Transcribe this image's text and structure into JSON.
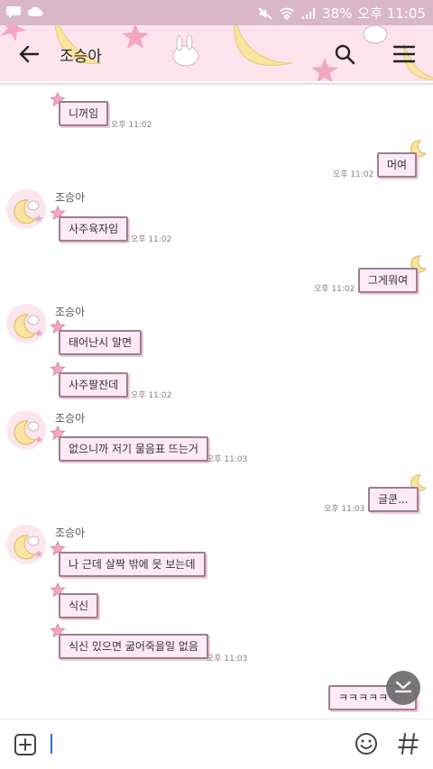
{
  "status_bar": {
    "battery": "38%",
    "time": "오후 11:05"
  },
  "header": {
    "title": "조승아"
  },
  "messages": [
    {
      "side": "in",
      "text": "니꺼임",
      "time": "오후 11:02"
    },
    {
      "side": "out",
      "text": "머여",
      "time": "오후 11:02"
    },
    {
      "side": "in",
      "sender": "조승아",
      "text": "사주육자임",
      "time": "오후 11:02"
    },
    {
      "side": "out",
      "text": "그게뭐여",
      "time": "오후 11:02"
    },
    {
      "side": "in",
      "sender": "조승아",
      "text": "태어난시 알면"
    },
    {
      "side": "in",
      "text": "사주팔잔데",
      "time": "오후 11:02"
    },
    {
      "side": "in",
      "sender": "조승아",
      "text": "없으니까 저기 물음표 뜨는거",
      "time": "오후 11:03"
    },
    {
      "side": "out",
      "text": "글쿤...",
      "time": "오후 11:03"
    },
    {
      "side": "in",
      "sender": "조승아",
      "text": "나 근데 살짝 밖에 못 보는데"
    },
    {
      "side": "in",
      "text": "식신"
    },
    {
      "side": "in",
      "text": "식신 있으면 굶어죽을일 없음",
      "time": "오후 11:03"
    },
    {
      "side": "out",
      "text": "ㅋㅋㅋㅋㅋㅋㅋ"
    }
  ],
  "icons": {
    "back": "arrow-left-icon",
    "search": "search-icon",
    "menu": "menu-icon",
    "add": "plus-square-icon",
    "emoji": "smiley-icon",
    "hashtag": "hashtag-icon",
    "scroll_down": "chevron-down-icon"
  },
  "colors": {
    "header_bg": "#fde4ec",
    "bubble_bg": "#fdeaf6",
    "bubble_border": "#9b7f91",
    "moon": "#fbe3a0",
    "star": "#f4a6c0"
  }
}
